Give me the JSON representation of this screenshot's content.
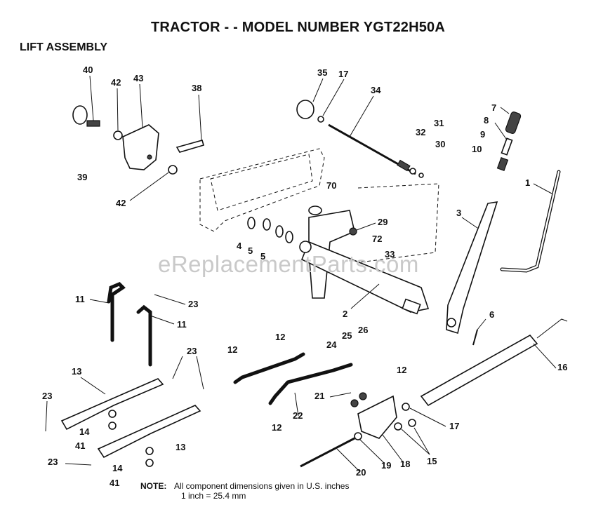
{
  "title": "TRACTOR - - MODEL NUMBER YGT22H50A",
  "section": "LIFT ASSEMBLY",
  "watermark": "eReplacementParts.com",
  "note": {
    "label": "NOTE:",
    "line1": "All component dimensions given in U.S. inches",
    "line2": "1 inch = 25.4 mm"
  },
  "callouts": [
    "40",
    "42",
    "43",
    "38",
    "39",
    "42",
    "35",
    "17",
    "34",
    "7",
    "8",
    "9",
    "10",
    "32",
    "31",
    "30",
    "1",
    "70",
    "3",
    "29",
    "72",
    "33",
    "4",
    "5",
    "5",
    "2",
    "6",
    "11",
    "23",
    "11",
    "23",
    "13",
    "23",
    "14",
    "41",
    "13",
    "23",
    "14",
    "41",
    "12",
    "12",
    "25",
    "26",
    "24",
    "12",
    "16",
    "21",
    "22",
    "12",
    "17",
    "15",
    "20",
    "19",
    "18"
  ]
}
